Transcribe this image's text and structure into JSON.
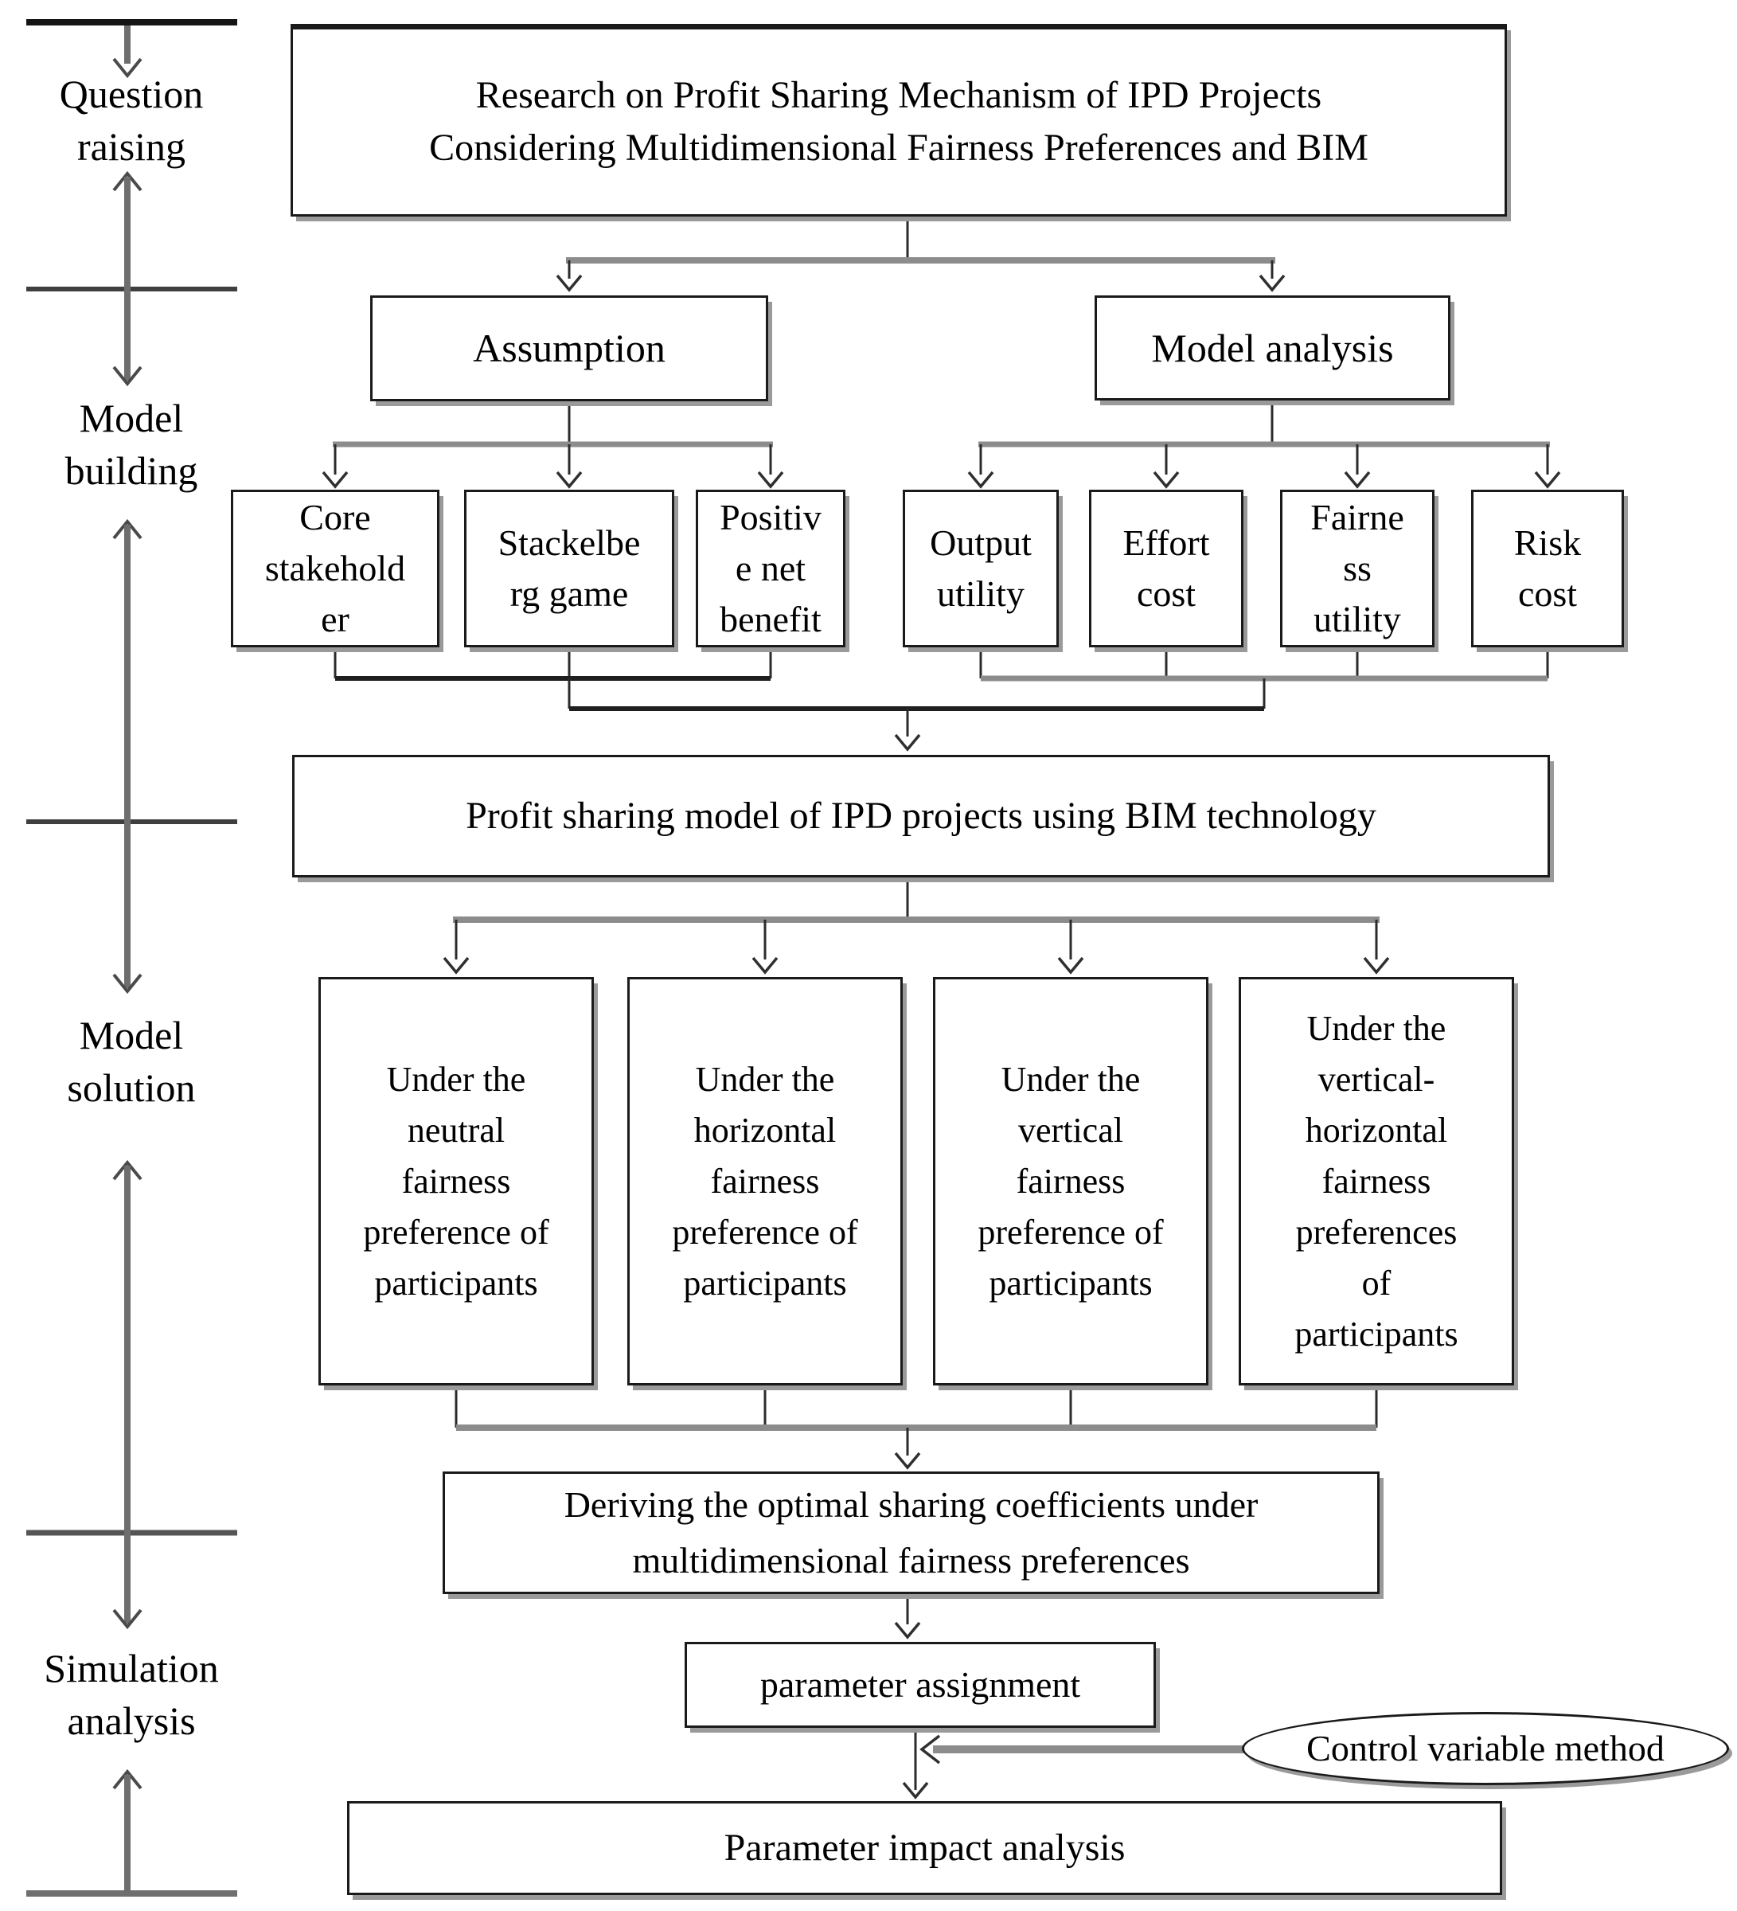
{
  "sidebar": {
    "stages": [
      {
        "label": "Question\nraising"
      },
      {
        "label": "Model\nbuilding"
      },
      {
        "label": "Model\nsolution"
      },
      {
        "label": "Simulation\nanalysis"
      }
    ]
  },
  "flow": {
    "title": "Research on Profit Sharing Mechanism of IPD Projects\nConsidering Multidimensional Fairness Preferences and BIM",
    "assumption_label": "Assumption",
    "model_analysis_label": "Model analysis",
    "assumption_items": [
      "Core\nstakehold\ner",
      "Stackelbe\nrg game",
      "Positiv\ne net\nbenefit"
    ],
    "analysis_items": [
      "Output\nutility",
      "Effort\ncost",
      "Fairne\nss\nutility",
      "Risk\ncost"
    ],
    "profit_model_label": "Profit sharing model of IPD projects using BIM technology",
    "solution_cases": [
      "Under the\nneutral\nfairness\npreference of\nparticipants",
      "Under the\nhorizontal\nfairness\npreference of\nparticipants",
      "Under the\nvertical\nfairness\npreference of\nparticipants",
      "Under the\nvertical-\nhorizontal\nfairness\npreferences\nof\nparticipants"
    ],
    "deriving_label": "Deriving the optimal sharing coefficients under\nmultidimensional fairness preferences",
    "parameter_assignment_label": "parameter assignment",
    "control_variable_label": "Control variable method",
    "parameter_impact_label": "Parameter impact analysis"
  },
  "colors": {
    "text": "#000000",
    "box_border": "#1a1a1a",
    "box_shadow": "#9a9a9a",
    "trunk_line": "#8c8c8c",
    "dark_join_line": "#1f1f1f",
    "thin_line": "#2b2b2b",
    "rail_shaft": "#6e6e6e",
    "rail_divider": "#3f3f3f"
  }
}
